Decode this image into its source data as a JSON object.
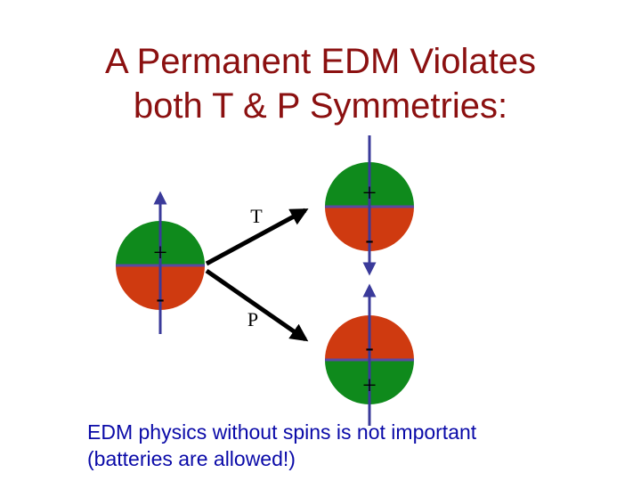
{
  "slide": {
    "title_line1": "A Permanent EDM Violates",
    "title_line2": "both T & P Symmetries:",
    "caption_line1": "EDM physics without spins is not important",
    "caption_line2": "(batteries are allowed!)"
  },
  "diagram": {
    "left_particle": {
      "top_sign": "+",
      "bottom_sign": "-",
      "spin": "up"
    },
    "t_particle": {
      "top_sign": "+",
      "bottom_sign": "-",
      "spin": "down"
    },
    "p_particle": {
      "top_sign": "-",
      "bottom_sign": "+",
      "spin": "up"
    },
    "t_label": "T",
    "p_label": "P"
  },
  "colors": {
    "title": "#8b1010",
    "caption": "#0a0aa8",
    "positive_half": "#0f8a1c",
    "negative_half": "#cf3a10",
    "equator": "#5a4aa0",
    "spin_arrow": "#3a3a9a"
  }
}
